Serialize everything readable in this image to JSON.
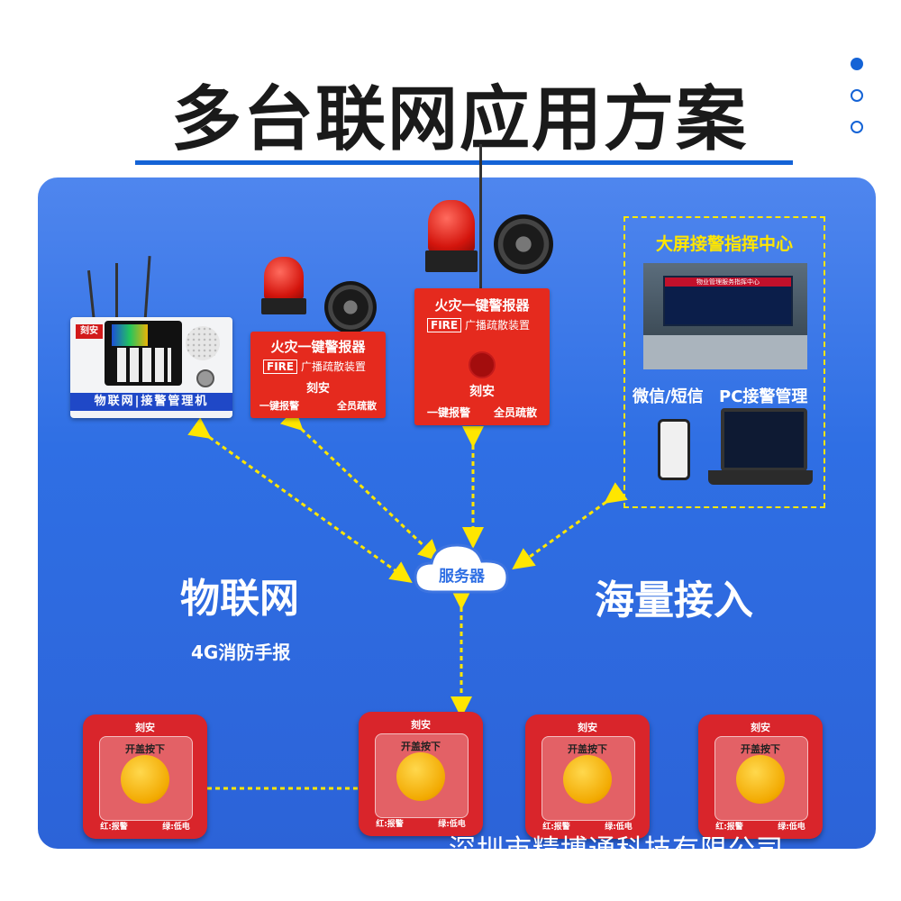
{
  "title": "多台联网应用方案",
  "pager": {
    "dots": [
      "active",
      "inactive",
      "inactive"
    ]
  },
  "labels": {
    "iot": "物联网",
    "iot_sub": "4G消防手报",
    "mass_access": "海量接入",
    "server": "服务器"
  },
  "management_unit": {
    "logo": "刻安",
    "strip": "物联网|接警管理机"
  },
  "alarm_box_small": {
    "line1": "火灾一键警报器",
    "fire": "FIRE",
    "line2": "广播疏散装置",
    "brand": "刻安",
    "foot_left": "一键报警",
    "foot_right": "全员疏散"
  },
  "alarm_box_large": {
    "line1": "火灾一键警报器",
    "fire": "FIRE",
    "line2": "广播疏散装置",
    "brand": "刻安",
    "foot_left": "一键报警",
    "foot_right": "全员疏散"
  },
  "monitoring": {
    "title": "大屏接警指挥中心",
    "screen_banner": "物业管理服务指挥中心",
    "wechat_sms": "微信/短信",
    "pc": "PC接警管理"
  },
  "call_points": [
    {
      "brand": "刻安",
      "instruction": "开盖按下",
      "left": "红:报警",
      "right": "绿:低电"
    },
    {
      "brand": "刻安",
      "instruction": "开盖按下",
      "left": "红:报警",
      "right": "绿:低电"
    },
    {
      "brand": "刻安",
      "instruction": "开盖按下",
      "left": "红:报警",
      "right": "绿:低电"
    },
    {
      "brand": "刻安",
      "instruction": "开盖按下",
      "left": "红:报警",
      "right": "绿:低电"
    }
  ],
  "footer": "深圳市精博通科技有限公司",
  "colors": {
    "accent": "#1463d6",
    "panel": "#2f6fe4",
    "dashed": "#ffe600",
    "alarm_red": "#e52a1e"
  }
}
